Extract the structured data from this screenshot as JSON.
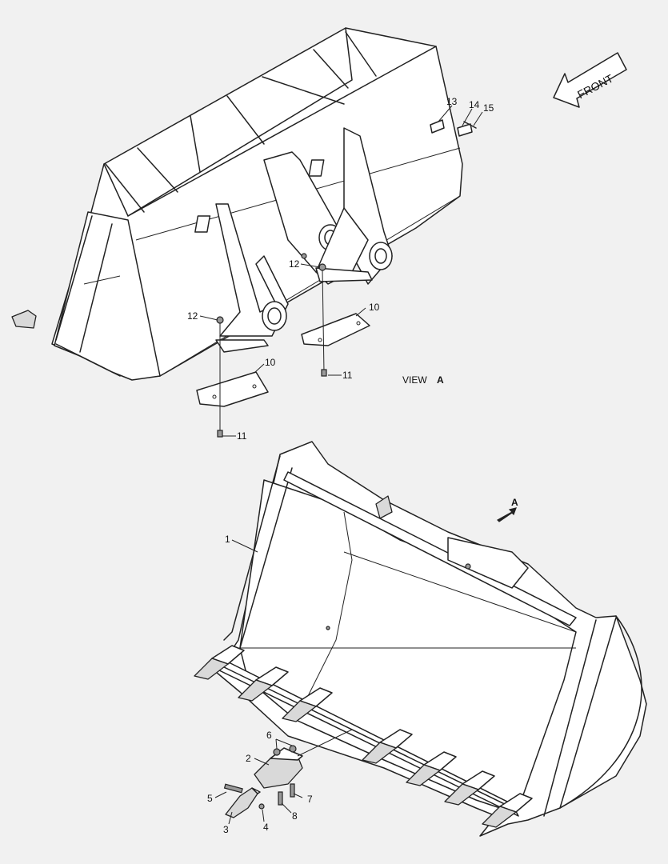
{
  "front_label": "FRONT",
  "view_label": {
    "text": "VIEW",
    "letter": "A"
  },
  "view_arrow_letter": "A",
  "callouts": {
    "c13": "13",
    "c14": "14",
    "c15": "15",
    "c12a": "12",
    "c12b": "12",
    "c10a": "10",
    "c10b": "10",
    "c11a": "11",
    "c11b": "11",
    "c1": "1",
    "c2": "2",
    "c3": "3",
    "c4": "4",
    "c5": "5",
    "c6": "6",
    "c7": "7",
    "c8": "8"
  }
}
